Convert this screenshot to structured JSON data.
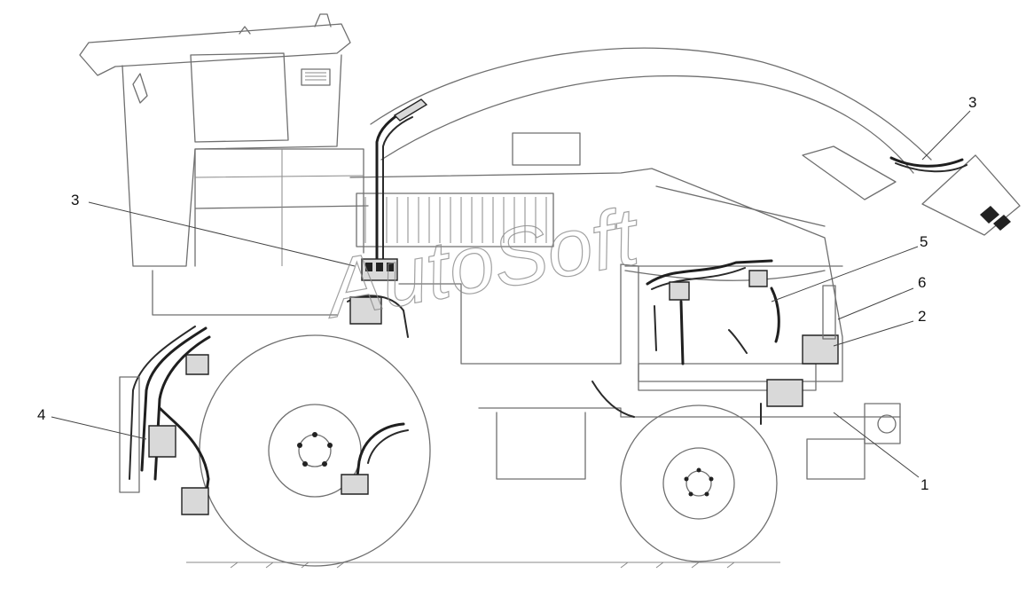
{
  "watermark": "AutoSoft",
  "callouts": [
    "3",
    "3",
    "5",
    "6",
    "2",
    "4",
    "1"
  ]
}
